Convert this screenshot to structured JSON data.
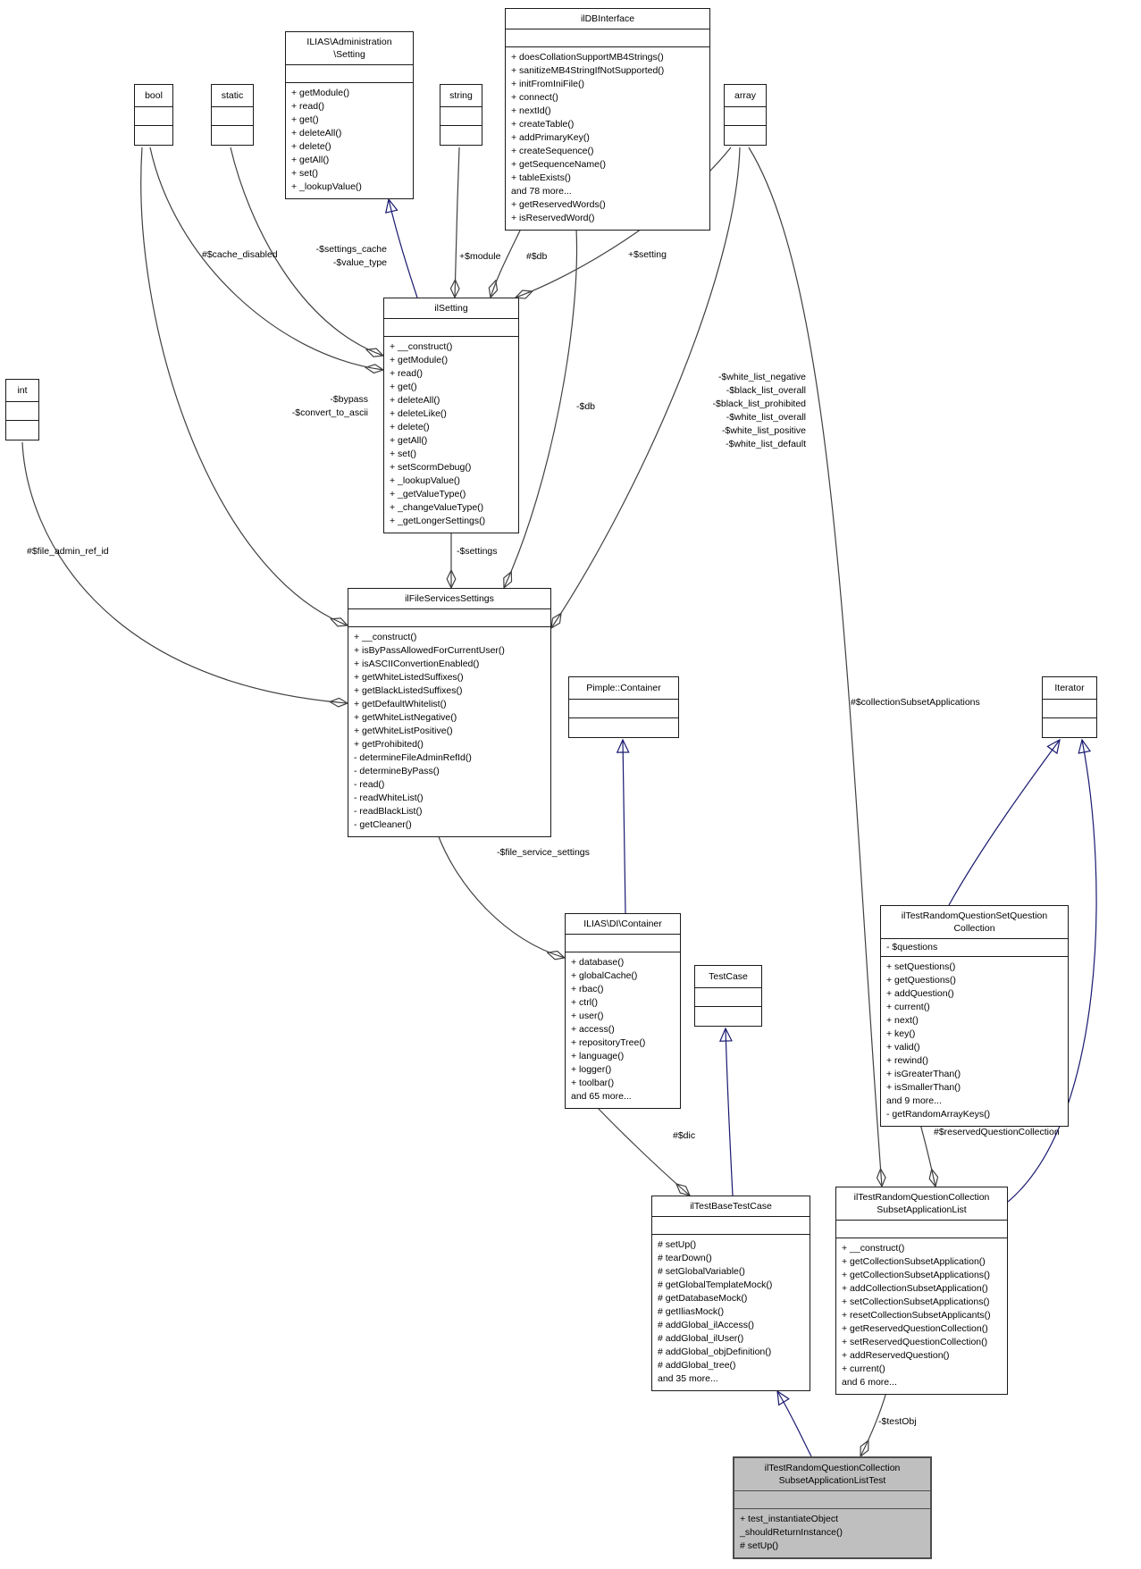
{
  "diagram": {
    "colors": {
      "aggregation_edge": "#404040",
      "inheritance_edge": "#191970",
      "node_fill": "#ffffff",
      "node_border": "#1a1a1a",
      "highlight_fill": "#bfbfbf"
    }
  },
  "classes": {
    "bool_kw": {
      "title": "bool",
      "attrs": [],
      "methods": []
    },
    "static_kw": {
      "title": "static",
      "attrs": [],
      "methods": []
    },
    "string_kw": {
      "title": "string",
      "attrs": [],
      "methods": []
    },
    "array_kw": {
      "title": "array",
      "attrs": [],
      "methods": []
    },
    "int_kw": {
      "title": "int",
      "attrs": [],
      "methods": []
    },
    "admin_setting": {
      "title": "ILIAS\\Administration\n\\Setting",
      "attrs": [],
      "methods": [
        "+ getModule()",
        "+ read()",
        "+ get()",
        "+ deleteAll()",
        "+ delete()",
        "+ getAll()",
        "+ set()",
        "+ _lookupValue()"
      ]
    },
    "ildbinterface": {
      "title": "ilDBInterface",
      "attrs": [],
      "methods": [
        "+ doesCollationSupportMB4Strings()",
        "+ sanitizeMB4StringIfNotSupported()",
        "+ initFromIniFile()",
        "+ connect()",
        "+ nextId()",
        "+ createTable()",
        "+ addPrimaryKey()",
        "+ createSequence()",
        "+ getSequenceName()",
        "+ tableExists()",
        "and 78 more...",
        "+ getReservedWords()",
        "+ isReservedWord()"
      ]
    },
    "ilsetting": {
      "title": "ilSetting",
      "attrs": [],
      "methods": [
        "+ __construct()",
        "+ getModule()",
        "+ read()",
        "+ get()",
        "+ deleteAll()",
        "+ deleteLike()",
        "+ delete()",
        "+ getAll()",
        "+ set()",
        "+ setScormDebug()",
        "+ _lookupValue()",
        "+ _getValueType()",
        "+ _changeValueType()",
        "+ _getLongerSettings()"
      ]
    },
    "ilfileservicessettings": {
      "title": "ilFileServicesSettings",
      "attrs": [],
      "methods": [
        "+ __construct()",
        "+ isByPassAllowedForCurrentUser()",
        "+ isASCIIConvertionEnabled()",
        "+ getWhiteListedSuffixes()",
        "+ getBlackListedSuffixes()",
        "+ getDefaultWhitelist()",
        "+ getWhiteListNegative()",
        "+ getWhiteListPositive()",
        "+ getProhibited()",
        "- determineFileAdminRefId()",
        "- determineByPass()",
        "- read()",
        "- readWhiteList()",
        "- readBlackList()",
        "- getCleaner()"
      ]
    },
    "pimple_container": {
      "title": "Pimple::Container",
      "attrs": [],
      "methods": []
    },
    "iterator": {
      "title": "Iterator",
      "attrs": [],
      "methods": []
    },
    "di_container": {
      "title": "ILIAS\\DI\\Container",
      "attrs": [],
      "methods": [
        "+ database()",
        "+ globalCache()",
        "+ rbac()",
        "+ ctrl()",
        "+ user()",
        "+ access()",
        "+ repositoryTree()",
        "+ language()",
        "+ logger()",
        "+ toolbar()",
        "and 65 more..."
      ]
    },
    "testcase": {
      "title": "TestCase",
      "attrs": [],
      "methods": []
    },
    "question_collection": {
      "title": "ilTestRandomQuestionSetQuestion\nCollection",
      "attrs": [
        "- $questions"
      ],
      "methods": [
        "+ setQuestions()",
        "+ getQuestions()",
        "+ addQuestion()",
        "+ current()",
        "+ next()",
        "+ key()",
        "+ valid()",
        "+ rewind()",
        "+ isGreaterThan()",
        "+ isSmallerThan()",
        "and 9 more...",
        "- getRandomArrayKeys()"
      ]
    },
    "iltestbasetestcase": {
      "title": "ilTestBaseTestCase",
      "attrs": [],
      "methods": [
        "# setUp()",
        "# tearDown()",
        "# setGlobalVariable()",
        "# getGlobalTemplateMock()",
        "# getDatabaseMock()",
        "# getIliasMock()",
        "# addGlobal_ilAccess()",
        "# addGlobal_ilUser()",
        "# addGlobal_objDefinition()",
        "# addGlobal_tree()",
        "and 35 more..."
      ]
    },
    "subset_application_list": {
      "title": "ilTestRandomQuestionCollection\nSubsetApplicationList",
      "attrs": [],
      "methods": [
        "+ __construct()",
        "+ getCollectionSubsetApplication()",
        "+ getCollectionSubsetApplications()",
        "+ addCollectionSubsetApplication()",
        "+ setCollectionSubsetApplications()",
        "+ resetCollectionSubsetApplicants()",
        "+ getReservedQuestionCollection()",
        "+ setReservedQuestionCollection()",
        "+ addReservedQuestion()",
        "+ current()",
        "and 6 more..."
      ]
    },
    "subset_application_list_test": {
      "title": "ilTestRandomQuestionCollection\nSubsetApplicationListTest",
      "attrs": [],
      "methods": [
        "+ test_instantiateObject\n_shouldReturnInstance()",
        "# setUp()"
      ]
    }
  },
  "labels": {
    "cache_disabled": "#$cache_disabled",
    "settings_cache": [
      "-$settings_cache",
      "-$value_type"
    ],
    "module": "+$module",
    "db_setting": "#$db",
    "setting": "+$setting",
    "bypass": [
      "-$bypass",
      "-$convert_to_ascii"
    ],
    "db_fss": "-$db",
    "white_lists": [
      "-$white_list_negative",
      "-$black_list_overall",
      "-$black_list_prohibited",
      "-$white_list_overall",
      "-$white_list_positive",
      "-$white_list_default"
    ],
    "file_admin_ref_id": "#$file_admin_ref_id",
    "settings": "-$settings",
    "file_service_settings": "-$file_service_settings",
    "collection_subset_applications": "#$collectionSubsetApplications",
    "dic": "#$dic",
    "reserved_question_collection": "#$reservedQuestionCollection",
    "test_obj": "-$testObj"
  }
}
